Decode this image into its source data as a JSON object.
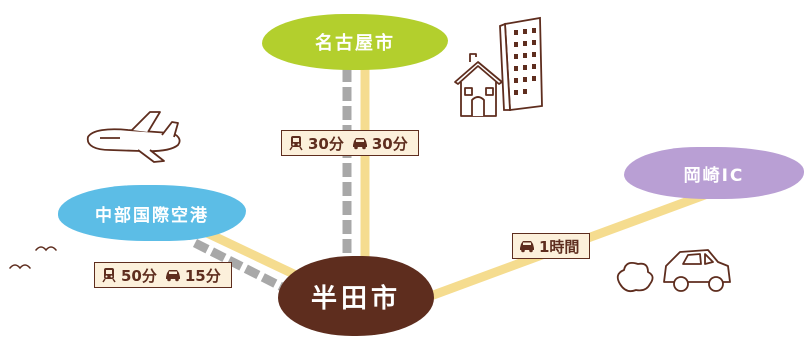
{
  "nodes": {
    "nagoya": "名古屋市",
    "okazaki": "岡崎IC",
    "chubu_airport": "中部国際空港",
    "handa": "半田市"
  },
  "routes": {
    "nagoya": {
      "train": "30分",
      "car": "30分"
    },
    "chubu_airport": {
      "train": "50分",
      "car": "15分"
    },
    "okazaki": {
      "car": "1時間"
    }
  },
  "colors": {
    "nagoya": "#b3cf2d",
    "okazaki": "#b99fd4",
    "chubu_airport": "#5cbde6",
    "handa": "#5e2d1e",
    "road": "#f5dc8f",
    "rail": "#a8a8a8",
    "box_fill": "#fcf0db"
  },
  "icons": [
    "train-icon",
    "car-icon",
    "airplane-icon",
    "building-icon",
    "house-icon",
    "bird-icon",
    "car-illustration-icon",
    "cloud-icon"
  ]
}
